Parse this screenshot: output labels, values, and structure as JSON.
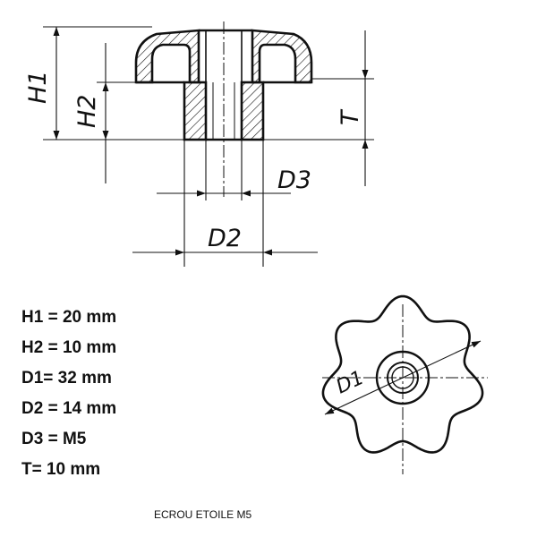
{
  "dimension_labels": {
    "h1": "H1",
    "h2": "H2",
    "t": "T",
    "d1": "D1",
    "d2": "D2",
    "d3": "D3"
  },
  "specs": [
    "H1 = 20 mm",
    "H2 = 10 mm",
    "D1= 32 mm",
    "D2 = 14 mm",
    "D3 = M5",
    "T= 10 mm"
  ],
  "caption": "ECROU ETOILE M5",
  "colors": {
    "line": "#111111",
    "background": "#ffffff"
  }
}
